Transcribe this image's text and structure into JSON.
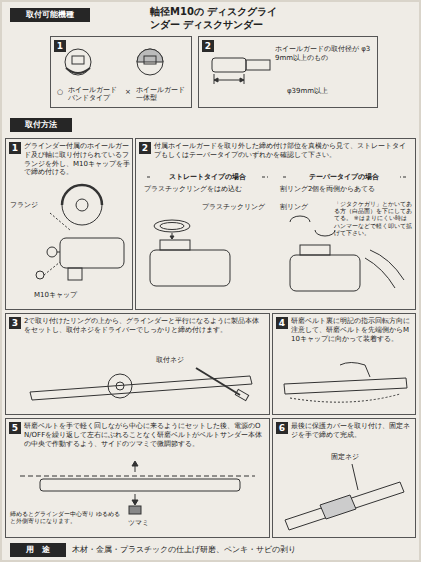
{
  "diagram": {
    "title": "軸径M10の ディスクグラインダー ディスクサンダー",
    "nodes": [
      {
        "text": [
          "取付可能機種"
        ]
      },
      {
        "text": [
          "1",
          "○",
          "ホイールガード バンドタイプ",
          "×",
          "ホイールガード 一体型"
        ]
      },
      {
        "text": [
          "2",
          "ホイールガードの取付径が φ39mm以上のもの",
          "φ39mm以上"
        ]
      },
      {
        "text": [
          "取付方法"
        ]
      },
      {
        "text": [
          "1",
          "グラインダー付属のホイールガード及び軸に取り付けられているフランジを外し、M10キャップを手で締め付ける。",
          "フランジ",
          "M10キャップ"
        ]
      },
      {
        "text": [
          "2",
          "付属ホイールガードを取り外した締め付け部位を真横から見て、ストレートタイプもしくはテーパータイプのいずれかを確認して下さい。"
        ]
      },
      {
        "text": [
          "ストレートタイプの場合",
          "プラスチックリングをはめ込む",
          "プラスチックリング"
        ],
        "in": 5
      },
      {
        "text": [
          "テーパータイプの場合",
          "割リング2個を両側からあてる",
          "割リング",
          "「ジタクケガリ」とかいてある方（白品面）を下にしてあてる。 ※はまりにくい時はハンマーなどで軽く叩いて拡げて下さい。"
        ],
        "in": 5
      },
      {
        "text": [
          "3",
          "2で取り付けたリングの上から、グラインダーと平行になるように製品本体をセットし、取付ネジをドライバーでしっかりと締め付けます。",
          "取付ネジ"
        ]
      },
      {
        "text": [
          "4",
          "研磨ベルト裏に明記の指示回転方向に注意して、研磨ベルトを先端側からM10キャップに向かって装着する。"
        ]
      },
      {
        "text": [
          "5",
          "研磨ベルトを手で軽く回しながら中心に来るようにセットした後、電源のON/OFFを繰り返して左右にぶれることなく研磨ベルトがベルトサンダー本体の中央で作動するよう、サイドのツマミで微調節する。",
          "締めるとグラインダー中心寄り ゆるめると外側寄りになります。",
          "ツマミ"
        ]
      },
      {
        "text": [
          "6",
          "最後に保護カバーを取り付け、固定ネジを手で締めて完成。",
          "固定ネジ"
        ]
      },
      {
        "text": [
          "用　途"
        ]
      }
    ],
    "labels": [
      "木材・金属・プラスチックの仕上げ研磨、ペンキ・サビの剥り"
    ]
  }
}
